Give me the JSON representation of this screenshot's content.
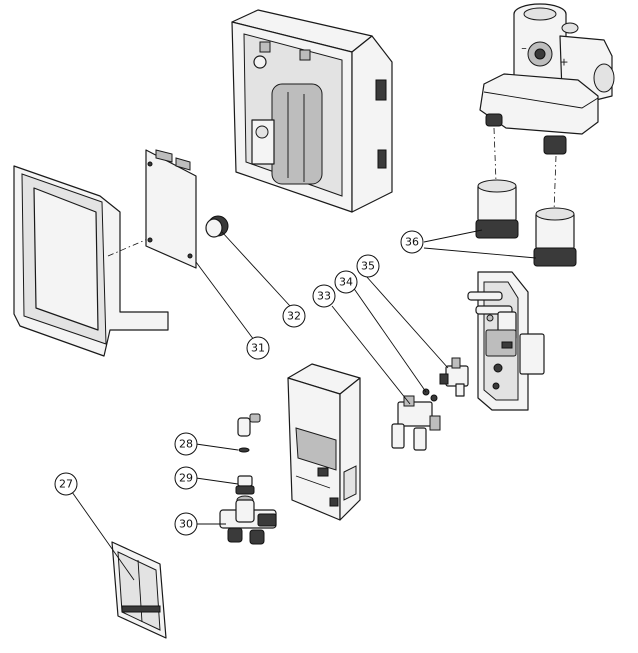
{
  "callouts": [
    {
      "id": "c27",
      "label": "27"
    },
    {
      "id": "c28",
      "label": "28"
    },
    {
      "id": "c29",
      "label": "29"
    },
    {
      "id": "c30",
      "label": "30"
    },
    {
      "id": "c31",
      "label": "31"
    },
    {
      "id": "c32",
      "label": "32"
    },
    {
      "id": "c33",
      "label": "33"
    },
    {
      "id": "c34",
      "label": "34"
    },
    {
      "id": "c35",
      "label": "35"
    },
    {
      "id": "c36",
      "label": "36"
    }
  ],
  "faucet_markings": {
    "minus": "–",
    "plus": "+"
  },
  "colors": {
    "line": "#1a1a1a",
    "fill": "#f4f4f4",
    "dark": "#3a3a3a"
  }
}
